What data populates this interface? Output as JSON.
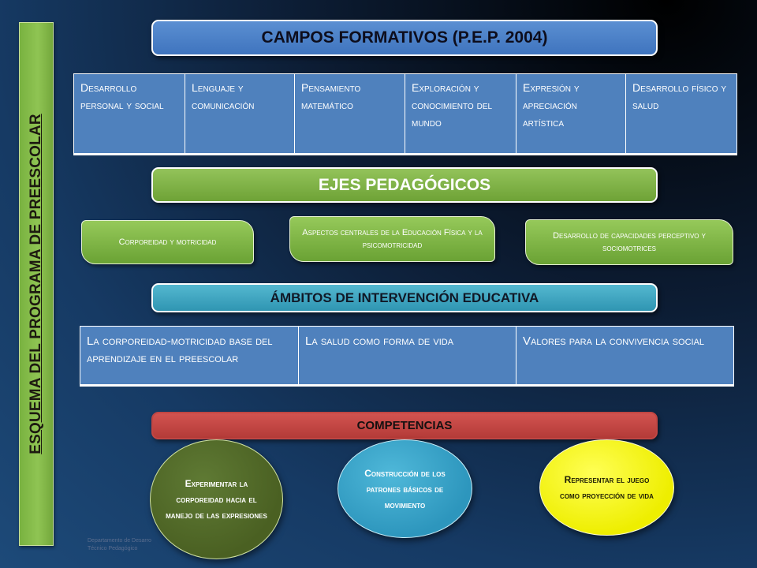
{
  "side_title": "ESQUEMA DEL PROGRAMA DE PREESCOLAR",
  "campos": {
    "title": "CAMPOS  FORMATIVOS (P.E.P. 2004)",
    "items": [
      "Desarrollo personal y social",
      "Lenguaje y comunicación",
      "Pensamiento matemático",
      "Exploración y conocimiento del mundo",
      "Expresión y apreciación artística",
      "Desarrollo físico y salud"
    ]
  },
  "ejes": {
    "title": "EJES PEDAGÓGICOS",
    "items": [
      "Corporeidad y motricidad",
      "Aspectos centrales de la Educación Física y la psicomotricidad",
      "Desarrollo de capacidades perceptivo y sociomotrices"
    ]
  },
  "ambitos": {
    "title": "ÁMBITOS DE INTERVENCIÓN EDUCATIVA",
    "items": [
      "La corporeidad-motricidad base del aprendizaje en el preescolar",
      "La salud como forma de vida",
      "Valores para la convivencia social"
    ]
  },
  "competencias": {
    "title": "COMPETENCIAS",
    "items": [
      "Experimentar la corporeidad hacia el manejo de las expresiones",
      "Construcción de los patrones básicos de movimiento",
      "Representar el juego como proyección de vida"
    ]
  },
  "footer": {
    "line1": "Departamento de Desarro",
    "line2": "Técnico Pedagógico"
  },
  "colors": {
    "side_green": "#8fc453",
    "campos_blue": "#4f81bd",
    "ejes_green": "#80b648",
    "ambitos_teal": "#3aa6c2",
    "competencias_red": "#c0504d",
    "oval_olive": "#556d2b",
    "oval_teal": "#3aa6c9",
    "oval_yellow": "#ffff00"
  }
}
